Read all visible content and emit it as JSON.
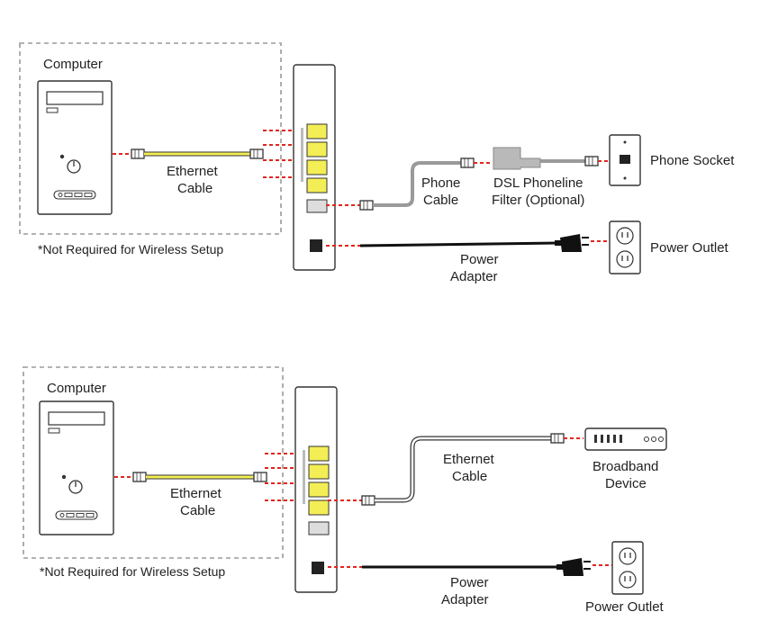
{
  "colors": {
    "ethernet_yellow": "#f3ee55",
    "connector_red": "#e1261c",
    "phone_cable_gray": "#9a9a9a",
    "outline": "#333333"
  },
  "diagram1": {
    "computer_label": "Computer",
    "ethernet_label_1": "Ethernet",
    "ethernet_label_2": "Cable",
    "not_required_note": "*Not Required for Wireless Setup",
    "phone_cable_1": "Phone",
    "phone_cable_2": "Cable",
    "filter_1": "DSL Phoneline",
    "filter_2": "Filter (Optional)",
    "phone_socket": "Phone Socket",
    "power_adapter_1": "Power",
    "power_adapter_2": "Adapter",
    "power_outlet": "Power Outlet"
  },
  "diagram2": {
    "computer_label": "Computer",
    "ethernet_label_1": "Ethernet",
    "ethernet_label_2": "Cable",
    "not_required_note": "*Not Required for Wireless Setup",
    "wan_ethernet_1": "Ethernet",
    "wan_ethernet_2": "Cable",
    "broadband_1": "Broadband",
    "broadband_2": "Device",
    "power_adapter_1": "Power",
    "power_adapter_2": "Adapter",
    "power_outlet": "Power Outlet"
  },
  "icons": [
    "computer-tower-icon",
    "router-icon",
    "ethernet-plug-icon",
    "dsl-filter-icon",
    "phone-socket-icon",
    "power-adapter-icon",
    "power-outlet-icon",
    "broadband-device-icon"
  ]
}
